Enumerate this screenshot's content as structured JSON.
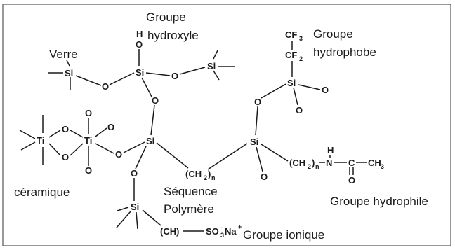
{
  "labels": {
    "groupe_hydroxyle_1": "Groupe",
    "groupe_hydroxyle_2": "hydroxyle",
    "verre": "Verre",
    "groupe_hydrophobe_1": "Groupe",
    "groupe_hydrophobe_2": "hydrophobe",
    "ceramique": "céramique",
    "sequence_polymere_1": "Séquence",
    "sequence_polymere_2": "Polymère",
    "groupe_hydrophile": "Groupe hydrophile",
    "groupe_ionique": "Groupe ionique"
  },
  "atoms": {
    "si": "Si",
    "o": "O",
    "ti": "Ti",
    "h": "H",
    "cf": "CF",
    "c": "C",
    "n": "N",
    "ch3": "CH",
    "ch2": "(CH",
    "so3na": "SO",
    "na": "Na",
    "ch4": "(CH",
    "sub_2": "2",
    "sub_3": "3",
    "sub_n": "n",
    "sub_paren_n": ")",
    "plus": "+",
    "minus": "-",
    "dash": "—"
  },
  "colors": {
    "ink": "#1a1a1a",
    "frame": "#555555",
    "background": "#ffffff"
  }
}
